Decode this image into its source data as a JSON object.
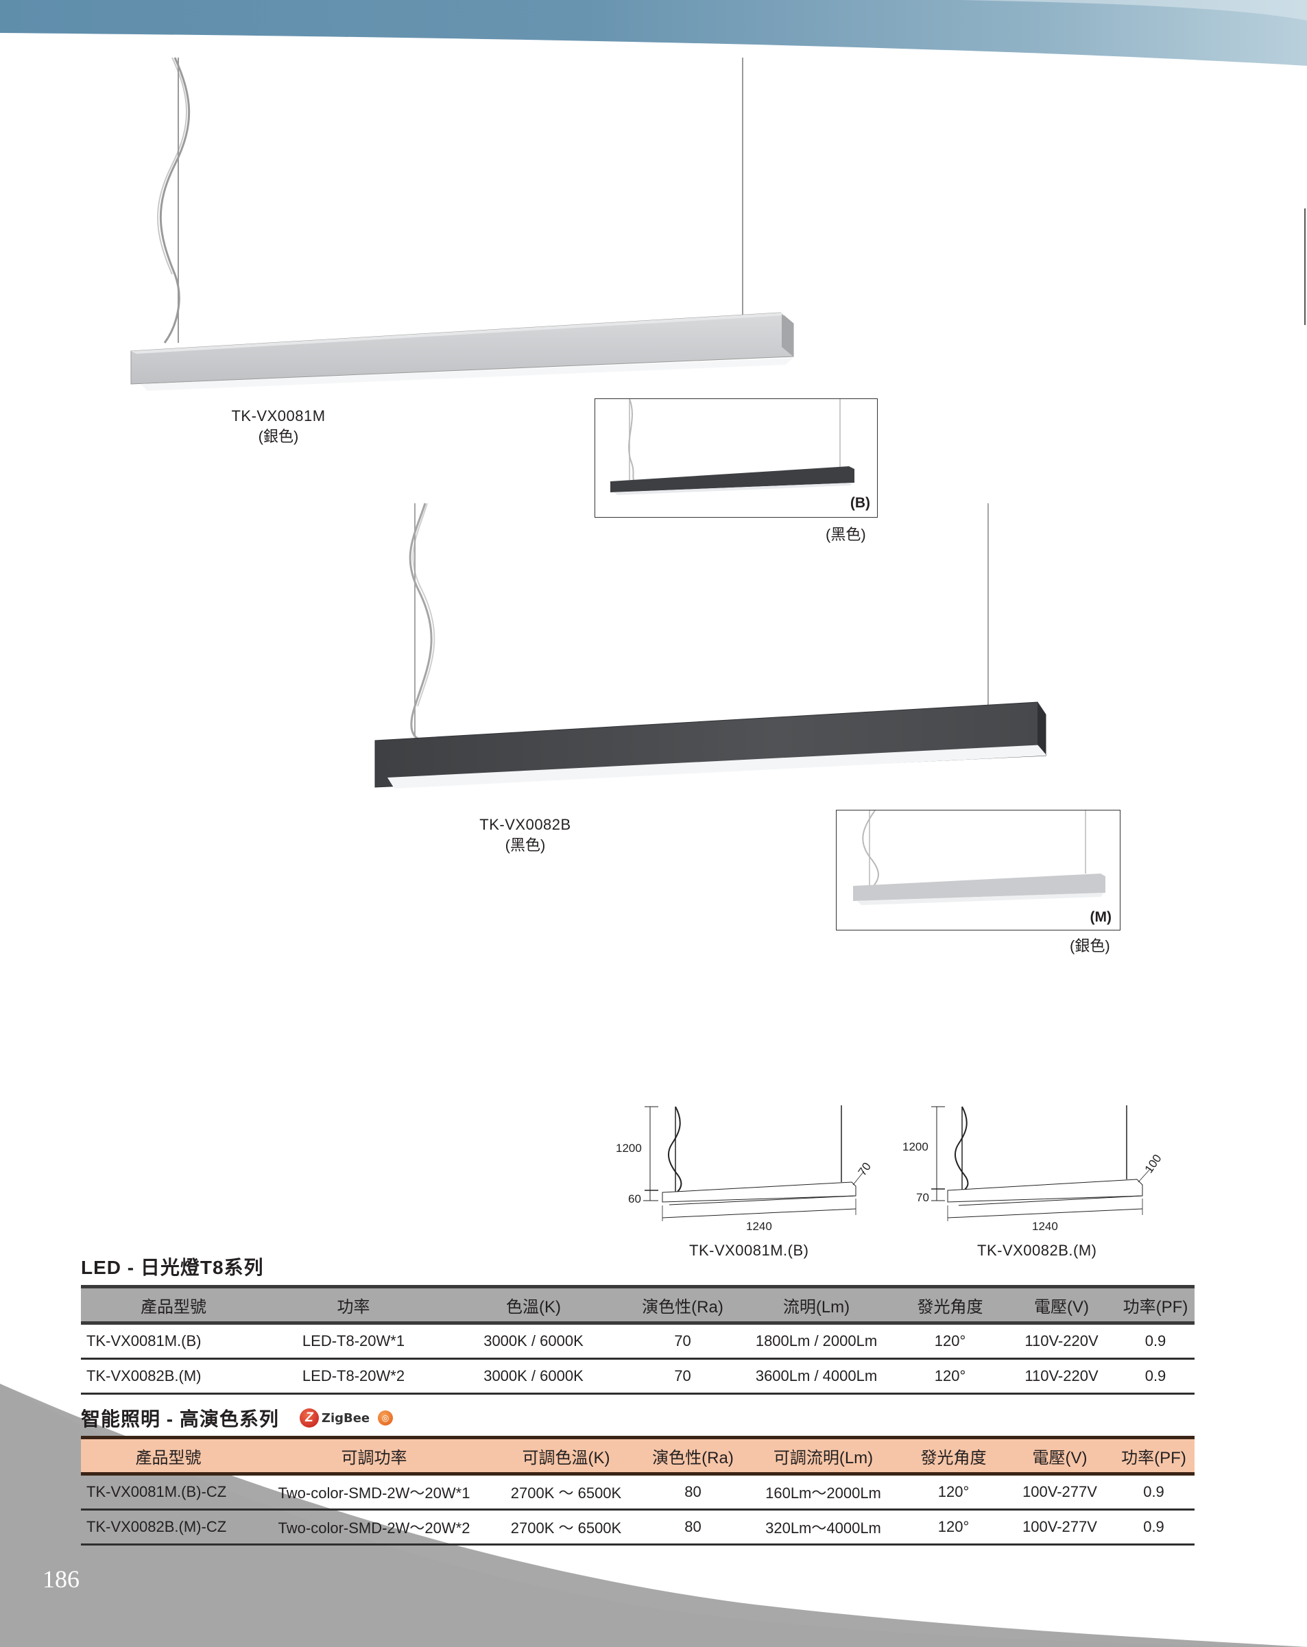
{
  "page": {
    "number": "186",
    "colors": {
      "top_band_start": "#5f8eab",
      "top_band_end": "#a9c4d3",
      "bottom_swoosh": "#a8a8a8",
      "table1_header_bg": "#a9a9a9",
      "table2_header_bg": "#f6c5a7"
    }
  },
  "products": [
    {
      "model": "TK-VX0081M",
      "color": "(銀色)",
      "finish": "silver"
    },
    {
      "model": "TK-VX0082B",
      "color": "(黑色)",
      "finish": "black"
    }
  ],
  "insets": [
    {
      "tag": "(B)",
      "caption": "(黑色)",
      "finish": "black"
    },
    {
      "tag": "(M)",
      "caption": "(銀色)",
      "finish": "silver"
    }
  ],
  "diagrams": [
    {
      "model": "TK-VX0081M.(B)",
      "height_drop": "1200",
      "body_height": "60",
      "length": "1240",
      "width": "70"
    },
    {
      "model": "TK-VX0082B.(M)",
      "height_drop": "1200",
      "body_height": "70",
      "length": "1240",
      "width": "100"
    }
  ],
  "table1": {
    "title": "LED - 日光燈T8系列",
    "headers": [
      "產品型號",
      "功率",
      "色溫(K)",
      "演色性(Ra)",
      "流明(Lm)",
      "發光角度",
      "電壓(V)",
      "功率(PF)"
    ],
    "rows": [
      [
        "TK-VX0081M.(B)",
        "LED-T8-20W*1",
        "3000K / 6000K",
        "70",
        "1800Lm / 2000Lm",
        "120°",
        "110V-220V",
        "0.9"
      ],
      [
        "TK-VX0082B.(M)",
        "LED-T8-20W*2",
        "3000K / 6000K",
        "70",
        "3600Lm / 4000Lm",
        "120°",
        "110V-220V",
        "0.9"
      ]
    ]
  },
  "table2": {
    "title": "智能照明 - 高演色系列",
    "logo": {
      "icon": "zigbee-logo-icon",
      "text": "ZigBee",
      "badge_icon": "certification-badge-icon"
    },
    "headers": [
      "產品型號",
      "可調功率",
      "可調色溫(K)",
      "演色性(Ra)",
      "可調流明(Lm)",
      "發光角度",
      "電壓(V)",
      "功率(PF)"
    ],
    "rows": [
      [
        "TK-VX0081M.(B)-CZ",
        "Two-color-SMD-2W～20W*1",
        "2700K ～ 6500K",
        "80",
        "160Lm～2000Lm",
        "120°",
        "100V-277V",
        "0.9"
      ],
      [
        "TK-VX0082B.(M)-CZ",
        "Two-color-SMD-2W～20W*2",
        "2700K ～ 6500K",
        "80",
        "320Lm～4000Lm",
        "120°",
        "100V-277V",
        "0.9"
      ]
    ]
  }
}
